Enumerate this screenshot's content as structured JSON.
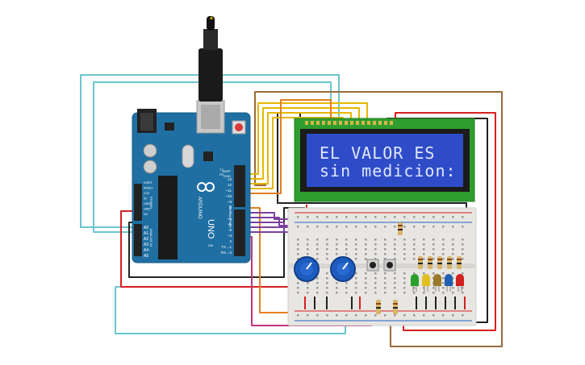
{
  "lcd": {
    "line1": "EL VALOR ES",
    "line2": "sin medicion:"
  },
  "arduino": {
    "brand": "ARDUINO",
    "model": "UNO",
    "aref_label": "AREF",
    "gnd_label": "GND",
    "digital_label": "DIGITAL (PWM~)",
    "analog_label": "ANALOG IN",
    "power_label": "POWER",
    "power_pins": [
      "IOREF",
      "RESET",
      "3.3V",
      "5V",
      "GND",
      "GND",
      "Vin"
    ],
    "analog_pins": [
      "A0",
      "A1",
      "A2",
      "A3",
      "A4",
      "A5"
    ],
    "digital_pins": [
      "13",
      "12",
      "~11",
      "~10",
      "~9",
      "8",
      "7",
      "~6",
      "~5",
      "4",
      "~3",
      "2",
      "TX→1",
      "RX←0"
    ],
    "tx_label": "TX",
    "rx_label": "RX",
    "on_label": "ON"
  },
  "colors": {
    "board": "#1f6fa3",
    "lcd_frame": "#2e9e2e",
    "lcd_screen": "#2f4cc8",
    "wire_red": "#d62020",
    "wire_black": "#222222",
    "wire_yellow": "#e6b800",
    "wire_cyan": "#6cc5cf",
    "wire_purple": "#7b3fa0",
    "wire_magenta": "#c2347a",
    "wire_orange": "#e67e22",
    "wire_brown": "#9a6a3a"
  },
  "leds": [
    "green",
    "yellow",
    "orange",
    "blue",
    "red"
  ],
  "led_colors": [
    "#2aa02a",
    "#e0c020",
    "#9a7a2a",
    "#2060b0",
    "#d02020"
  ]
}
